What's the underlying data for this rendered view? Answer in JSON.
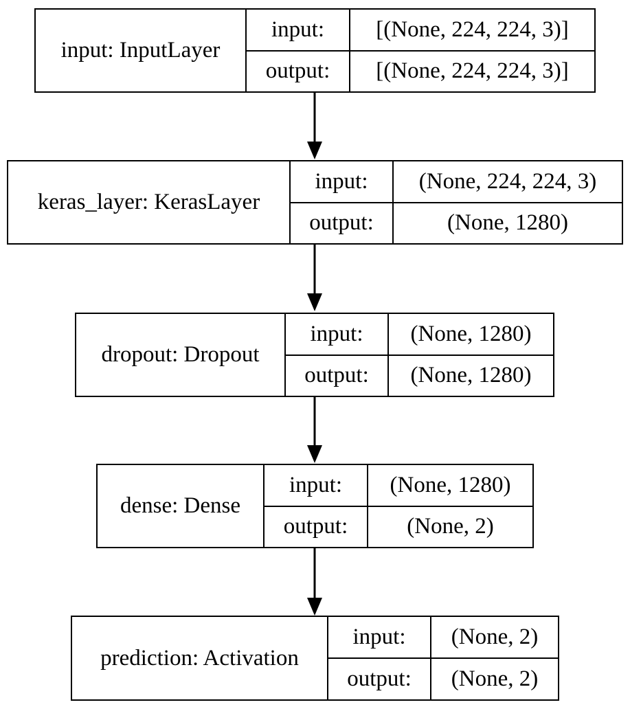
{
  "diagram": {
    "io_labels": {
      "input": "input:",
      "output": "output:"
    },
    "nodes": [
      {
        "name": "input: InputLayer",
        "input_shape": "[(None, 224, 224, 3)]",
        "output_shape": "[(None, 224, 224, 3)]"
      },
      {
        "name": "keras_layer: KerasLayer",
        "input_shape": "(None, 224, 224, 3)",
        "output_shape": "(None, 1280)"
      },
      {
        "name": "dropout: Dropout",
        "input_shape": "(None, 1280)",
        "output_shape": "(None, 1280)"
      },
      {
        "name": "dense: Dense",
        "input_shape": "(None, 1280)",
        "output_shape": "(None, 2)"
      },
      {
        "name": "prediction: Activation",
        "input_shape": "(None, 2)",
        "output_shape": "(None, 2)"
      }
    ],
    "edges": [
      {
        "from": "input: InputLayer",
        "to": "keras_layer: KerasLayer"
      },
      {
        "from": "keras_layer: KerasLayer",
        "to": "dropout: Dropout"
      },
      {
        "from": "dropout: Dropout",
        "to": "dense: Dense"
      },
      {
        "from": "dense: Dense",
        "to": "prediction: Activation"
      }
    ]
  }
}
